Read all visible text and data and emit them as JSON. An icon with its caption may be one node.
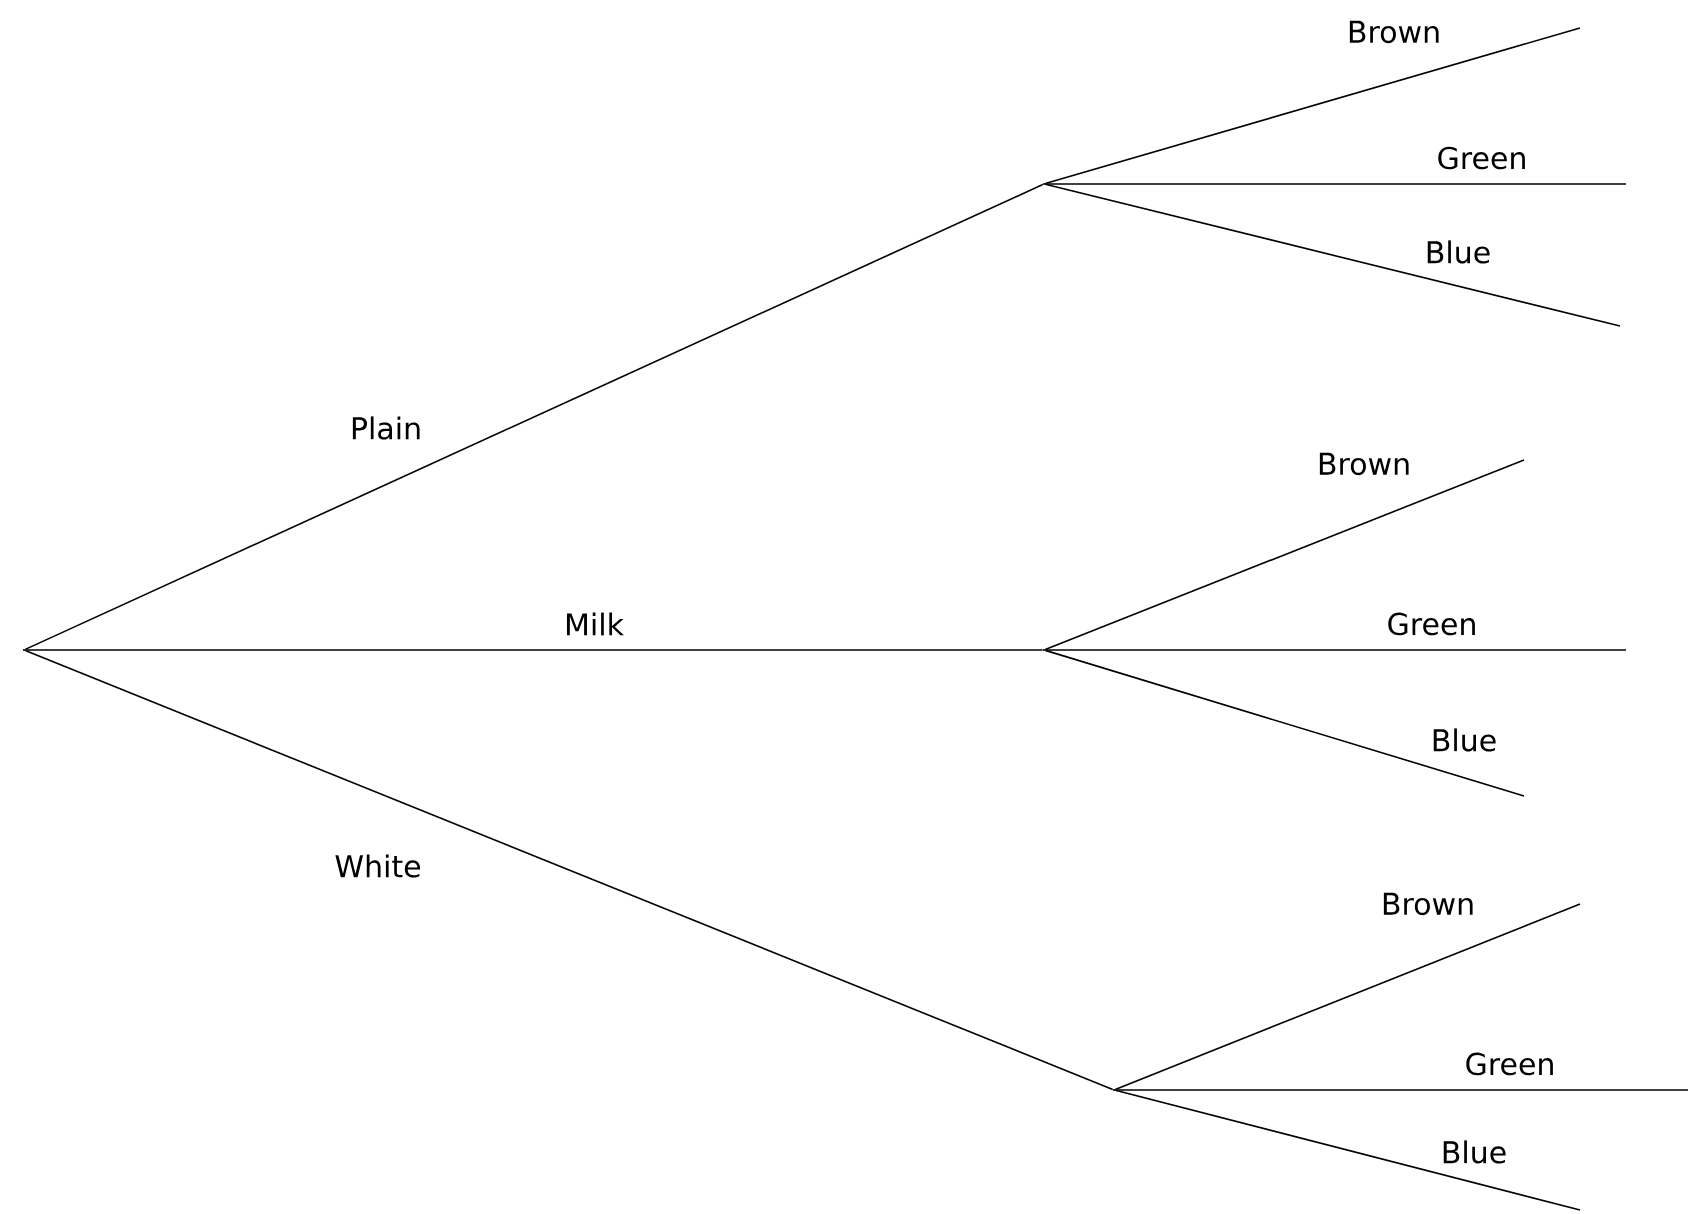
{
  "diagram": {
    "nodes": [
      {
        "text": [],
        "shape": "point"
      },
      {
        "text": [],
        "shape": "point"
      },
      {
        "text": [],
        "shape": "point"
      },
      {
        "text": [],
        "shape": "point"
      }
    ],
    "edges": [
      {
        "from": 0,
        "to": 1,
        "arrow": "none",
        "label": "Plain"
      },
      {
        "from": 0,
        "to": 2,
        "arrow": "none",
        "label": "Milk"
      },
      {
        "from": 0,
        "to": 3,
        "arrow": "none",
        "label": "White"
      },
      {
        "from": 1,
        "to": null,
        "arrow": "none",
        "label": "Brown"
      },
      {
        "from": 1,
        "to": null,
        "arrow": "none",
        "label": "Green"
      },
      {
        "from": 1,
        "to": null,
        "arrow": "none",
        "label": "Blue"
      },
      {
        "from": 2,
        "to": null,
        "arrow": "none",
        "label": "Brown"
      },
      {
        "from": 2,
        "to": null,
        "arrow": "none",
        "label": "Green"
      },
      {
        "from": 2,
        "to": null,
        "arrow": "none",
        "label": "Blue"
      },
      {
        "from": 3,
        "to": null,
        "arrow": "none",
        "label": "Brown"
      },
      {
        "from": 3,
        "to": null,
        "arrow": "none",
        "label": "Green"
      },
      {
        "from": 3,
        "to": null,
        "arrow": "none",
        "label": "Blue"
      }
    ]
  }
}
